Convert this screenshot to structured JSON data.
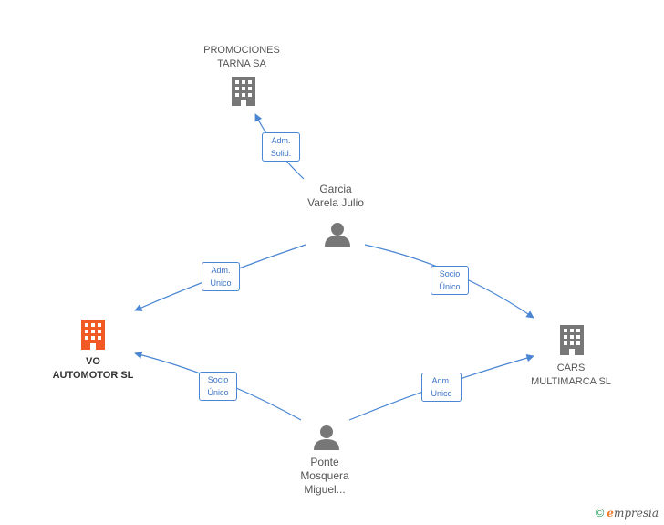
{
  "nodes": {
    "promociones": {
      "label_line1": "PROMOCIONES",
      "label_line2": "TARNA SA",
      "type": "company"
    },
    "garcia": {
      "label_line1": "Garcia",
      "label_line2": "Varela Julio",
      "type": "person"
    },
    "vo": {
      "label_line1": "VO",
      "label_line2": "AUTOMOTOR SL",
      "type": "company",
      "primary": true
    },
    "cars": {
      "label_line1": "CARS",
      "label_line2": "MULTIMARCA SL",
      "type": "company"
    },
    "ponte": {
      "label_line1": "Ponte",
      "label_line2": "Mosquera",
      "label_line3": "Miguel...",
      "type": "person"
    }
  },
  "edges": [
    {
      "from": "garcia",
      "to": "promociones",
      "line1": "Adm.",
      "line2": "Solid."
    },
    {
      "from": "garcia",
      "to": "vo",
      "line1": "Adm.",
      "line2": "Unico"
    },
    {
      "from": "garcia",
      "to": "cars",
      "line1": "Socio",
      "line2": "Único"
    },
    {
      "from": "ponte",
      "to": "vo",
      "line1": "Socio",
      "line2": "Único"
    },
    {
      "from": "ponte",
      "to": "cars",
      "line1": "Adm.",
      "line2": "Unico"
    }
  ],
  "colors": {
    "edge": "#4a86d4",
    "company_icon": "#777777",
    "primary_icon": "#f15a24",
    "person_icon": "#777777"
  },
  "footer": {
    "copyright_symbol": "©",
    "brand_first": "e",
    "brand_rest": "mpresia"
  }
}
